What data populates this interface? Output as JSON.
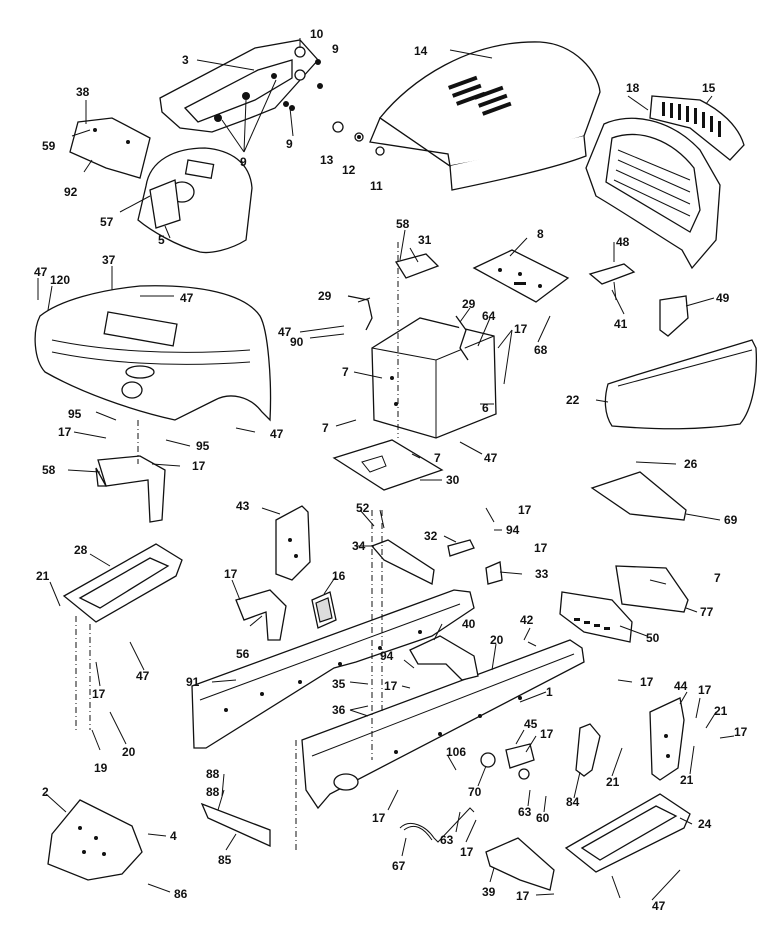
{
  "diagram": {
    "callouts": [
      "1",
      "2",
      "3",
      "4",
      "5",
      "6",
      "7",
      "8",
      "9",
      "10",
      "11",
      "12",
      "13",
      "14",
      "15",
      "16",
      "17",
      "18",
      "19",
      "20",
      "21",
      "22",
      "24",
      "26",
      "28",
      "29",
      "30",
      "31",
      "32",
      "33",
      "34",
      "35",
      "36",
      "37",
      "38",
      "39",
      "40",
      "41",
      "42",
      "43",
      "44",
      "45",
      "47",
      "48",
      "49",
      "50",
      "52",
      "56",
      "57",
      "58",
      "59",
      "60",
      "63",
      "64",
      "67",
      "68",
      "69",
      "70",
      "77",
      "84",
      "85",
      "86",
      "88",
      "90",
      "91",
      "92",
      "94",
      "95",
      "106",
      "120"
    ]
  }
}
